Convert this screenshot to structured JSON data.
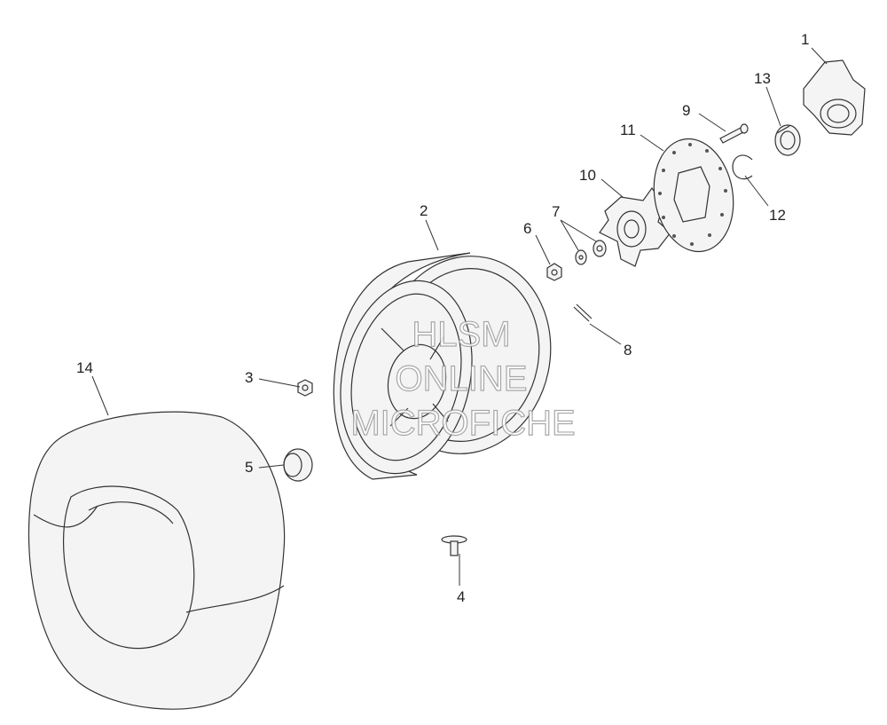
{
  "diagram": {
    "callouts": [
      "1",
      "2",
      "3",
      "4",
      "5",
      "6",
      "7",
      "8",
      "9",
      "10",
      "11",
      "12",
      "13",
      "14"
    ]
  },
  "watermark": {
    "line1": "HLSM",
    "line2": "ONLINE",
    "line3": "MICROFICHE"
  }
}
